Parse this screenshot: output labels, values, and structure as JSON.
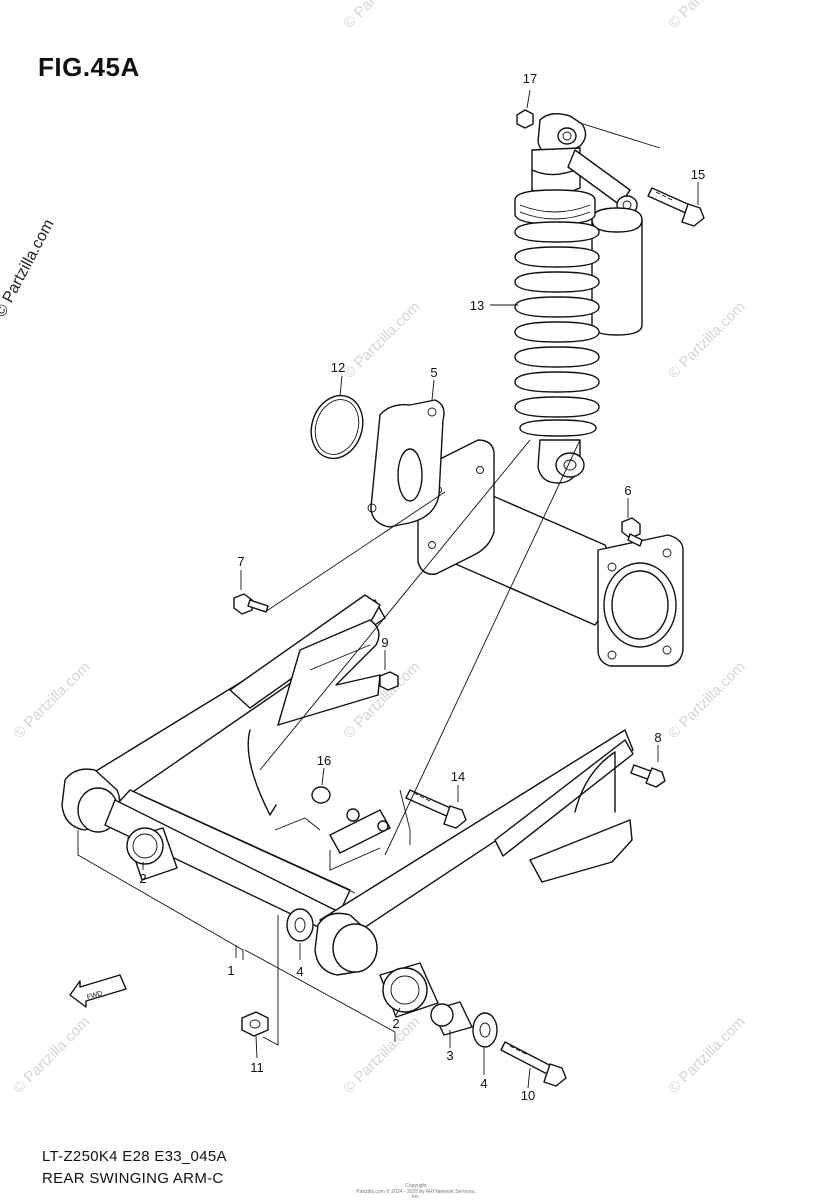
{
  "figure_label": "FIG.45A",
  "model_code": "LT-Z250K4 E28 E33_045A",
  "diagram_name": "REAR SWINGING ARM-C",
  "side_watermark": "© Partzilla.com",
  "repeat_watermark": "© Partzilla.com",
  "copyright_lines": [
    "Copyright",
    "Partzilla.com © 2024 - 2025 by ARI Network Services, Inc."
  ],
  "fwd_label": "FWD",
  "callouts": [
    {
      "id": "1",
      "label": "1"
    },
    {
      "id": "2a",
      "label": "2"
    },
    {
      "id": "2b",
      "label": "2"
    },
    {
      "id": "3",
      "label": "3"
    },
    {
      "id": "4a",
      "label": "4"
    },
    {
      "id": "4b",
      "label": "4"
    },
    {
      "id": "5",
      "label": "5"
    },
    {
      "id": "6",
      "label": "6"
    },
    {
      "id": "7",
      "label": "7"
    },
    {
      "id": "8",
      "label": "8"
    },
    {
      "id": "9",
      "label": "9"
    },
    {
      "id": "10",
      "label": "10"
    },
    {
      "id": "11",
      "label": "11"
    },
    {
      "id": "12",
      "label": "12"
    },
    {
      "id": "13",
      "label": "13"
    },
    {
      "id": "14",
      "label": "14"
    },
    {
      "id": "15",
      "label": "15"
    },
    {
      "id": "16",
      "label": "16"
    },
    {
      "id": "17",
      "label": "17"
    }
  ]
}
